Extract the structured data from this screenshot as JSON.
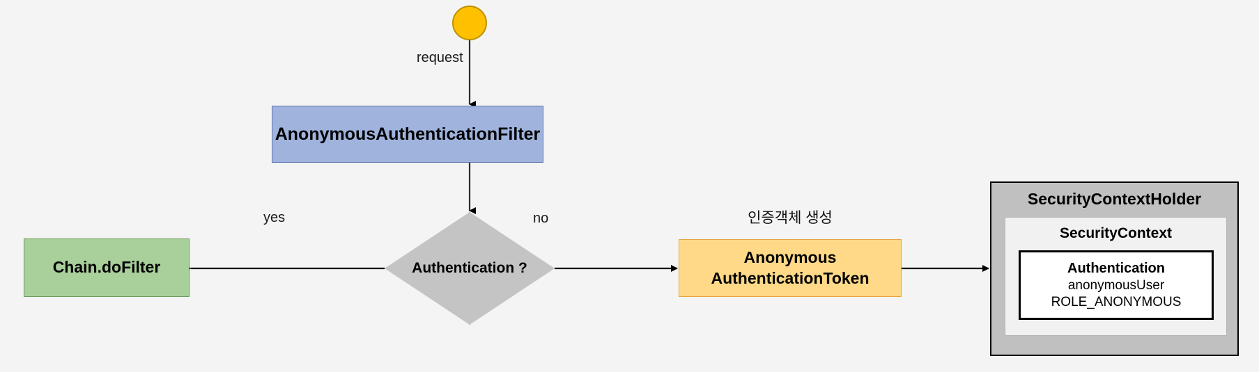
{
  "diagram": {
    "title": "Spring Security AnonymousAuthenticationFilter flow",
    "background_color": "#f4f4f4",
    "nodes": {
      "start": {
        "name": "start-node",
        "shape": "circle",
        "label": "",
        "fill": "#ffc000",
        "stroke": "#bf9000"
      },
      "filter": {
        "name": "anonymous-authentication-filter",
        "shape": "rectangle",
        "label": "AnonymousAuthenticationFilter",
        "fill": "#9fb3dd",
        "stroke": "#5a73ad"
      },
      "decision": {
        "name": "authentication-decision",
        "shape": "diamond",
        "label": "Authentication ?",
        "fill": "#c4c4c4",
        "stroke": "#9a9a9a"
      },
      "chain": {
        "name": "chain-dofilter",
        "shape": "rectangle",
        "label": "Chain.doFilter",
        "fill": "#a9cf9a",
        "stroke": "#6a9b57"
      },
      "token": {
        "name": "anonymous-authentication-token",
        "shape": "rectangle",
        "label_line1": "Anonymous",
        "label_line2": "AuthenticationToken",
        "note": "인증객체 생성",
        "fill": "#ffd988",
        "stroke": "#e8a33d"
      },
      "holder": {
        "name": "security-context-holder",
        "title": "SecurityContextHolder",
        "fill": "#c0c0c0",
        "stroke": "#000000",
        "context": {
          "name": "security-context",
          "title": "SecurityContext",
          "fill": "#f1f1f1",
          "stroke": "#b6b6b6",
          "authentication": {
            "name": "authentication-object",
            "title": "Authentication",
            "principal": "anonymousUser",
            "authority": "ROLE_ANONYMOUS",
            "fill": "#ffffff",
            "stroke": "#000000"
          }
        }
      }
    },
    "edges": [
      {
        "name": "edge-start-to-filter",
        "label": "request",
        "from": "start",
        "to": "filter"
      },
      {
        "name": "edge-filter-to-decision",
        "label": "",
        "from": "filter",
        "to": "decision"
      },
      {
        "name": "edge-decision-to-chain",
        "label": "yes",
        "from": "decision",
        "to": "chain"
      },
      {
        "name": "edge-decision-to-token",
        "label": "no",
        "from": "decision",
        "to": "token"
      },
      {
        "name": "edge-token-to-holder",
        "label": "",
        "from": "token",
        "to": "holder"
      }
    ],
    "edge_labels": {
      "request": "request",
      "yes": "yes",
      "no": "no"
    },
    "stroke_color": "#2b2b2b"
  }
}
